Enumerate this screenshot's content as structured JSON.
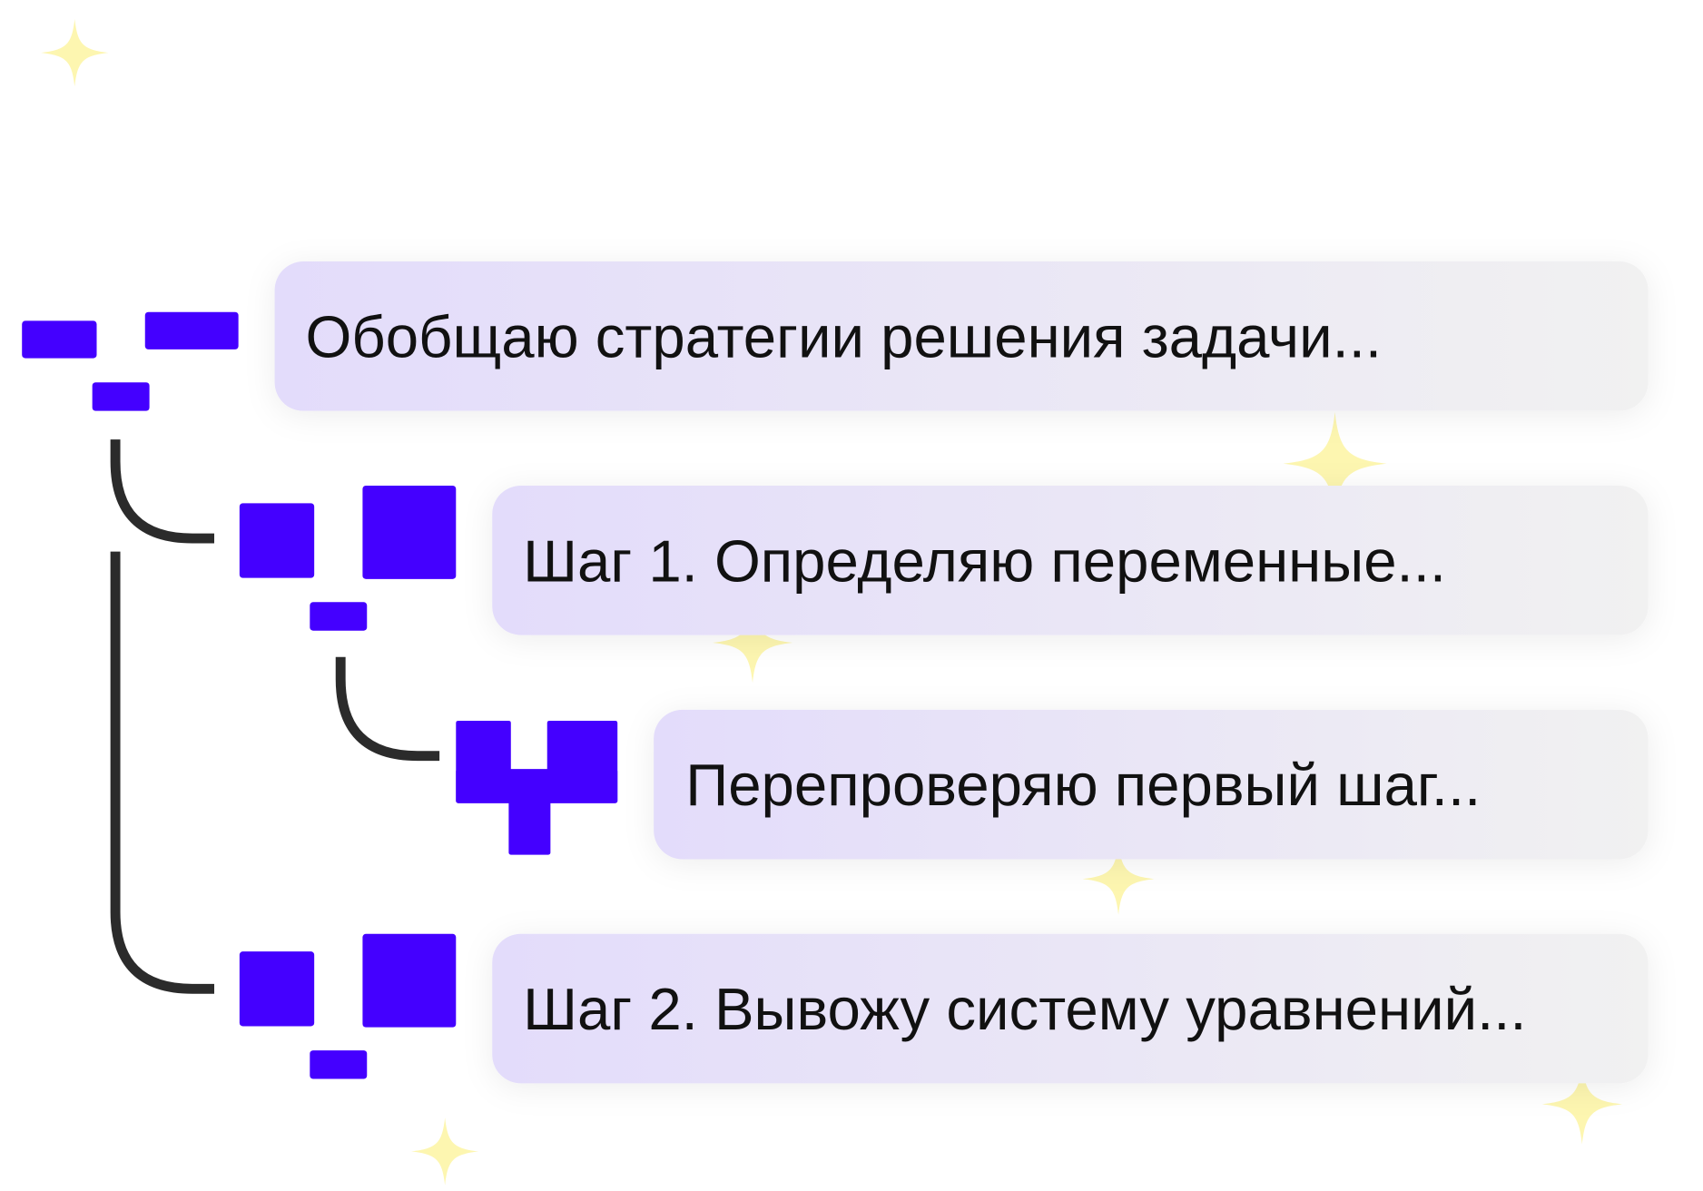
{
  "steps": [
    {
      "label": "Обобщаю стратегии решения задачи..."
    },
    {
      "label": "Шаг 1. Определяю переменные..."
    },
    {
      "label": "Перепроверяю первый шаг..."
    },
    {
      "label": "Шаг 2. Вывожу систему уравнений..."
    }
  ],
  "colors": {
    "accent": "#4400ff",
    "card": "#e6e0fb",
    "sparkle": "#fdf6b0",
    "connector": "#2b2b2b"
  }
}
